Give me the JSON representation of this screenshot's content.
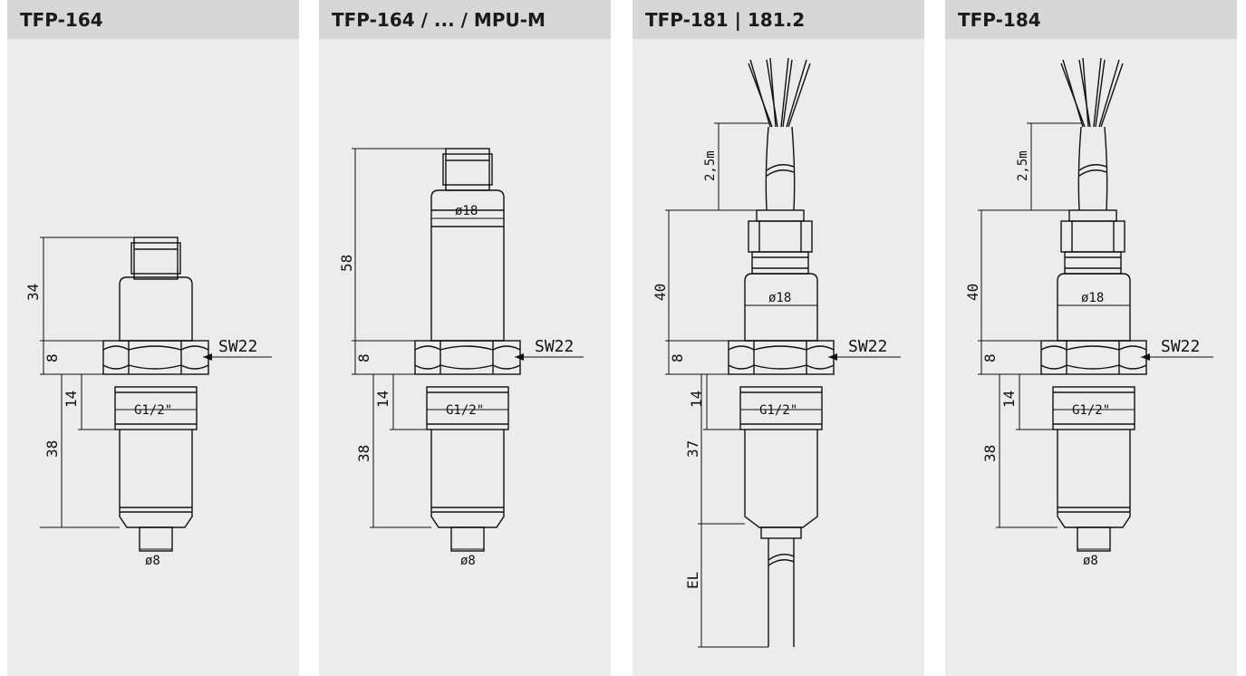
{
  "panels": [
    {
      "title": "TFP-164",
      "labels": {
        "height_top": "34",
        "height_hex": "8",
        "height_thread": "14",
        "height_bottom": "38",
        "wrench": "SW22",
        "thread": "G1/2\"",
        "tip_diameter": "ø8"
      }
    },
    {
      "title": "TFP-164 / ... / MPU-M",
      "labels": {
        "height_top": "58",
        "height_hex": "8",
        "height_thread": "14",
        "height_bottom": "38",
        "wrench": "SW22",
        "thread": "G1/2\"",
        "body_diameter": "ø18",
        "tip_diameter": "ø8"
      }
    },
    {
      "title": "TFP-181 | 181.2",
      "labels": {
        "cable_length": "2,5m",
        "height_top": "40",
        "height_hex": "8",
        "height_thread": "14",
        "height_bottom": "37",
        "wrench": "SW22",
        "thread": "G1/2\"",
        "body_diameter": "ø18",
        "insertion_length": "EL"
      }
    },
    {
      "title": "TFP-184",
      "labels": {
        "cable_length": "2,5m",
        "height_top": "40",
        "height_hex": "8",
        "height_thread": "14",
        "height_bottom": "38",
        "wrench": "SW22",
        "thread": "G1/2\"",
        "body_diameter": "ø18",
        "tip_diameter": "ø8"
      }
    }
  ]
}
